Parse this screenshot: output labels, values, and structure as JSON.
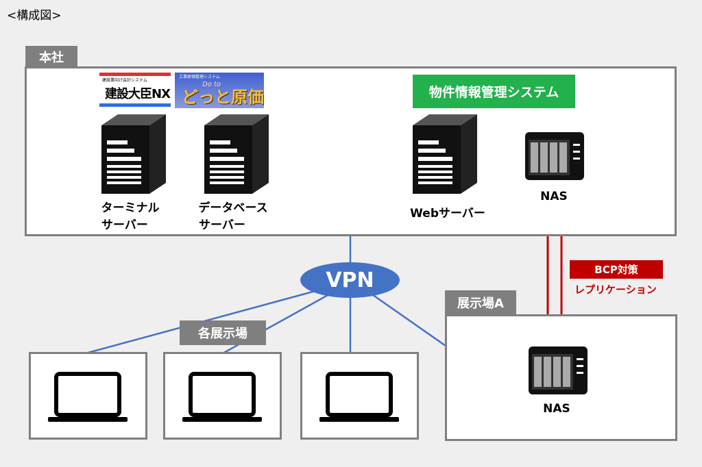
{
  "caption": "<構成図>",
  "head_office": {
    "tag": "本社",
    "logos": {
      "kensetsu_small": "建設業向け会計システム",
      "kensetsu": "建設大臣NX",
      "dotto_small": "工事原価管理システム",
      "dotto_doto": "Do to",
      "dotto": "どっと原価"
    },
    "property_system": "物件情報管理システム",
    "servers": [
      {
        "line1": "ターミナル",
        "line2": "サーバー"
      },
      {
        "line1": "データベース",
        "line2": "サーバー"
      }
    ],
    "web_server": "Webサーバー",
    "nas": "NAS"
  },
  "vpn": "VPN",
  "bcp": {
    "badge": "BCP対策",
    "text": "レプリケーション"
  },
  "showrooms": {
    "tag": "各展示場"
  },
  "showroom_a": {
    "tag": "展示場A",
    "nas": "NAS"
  },
  "colors": {
    "box_border": "#7f7f7f",
    "vpn": "#4472c4",
    "green": "#22b14c",
    "red": "#c00000",
    "line": "#4472c4"
  }
}
